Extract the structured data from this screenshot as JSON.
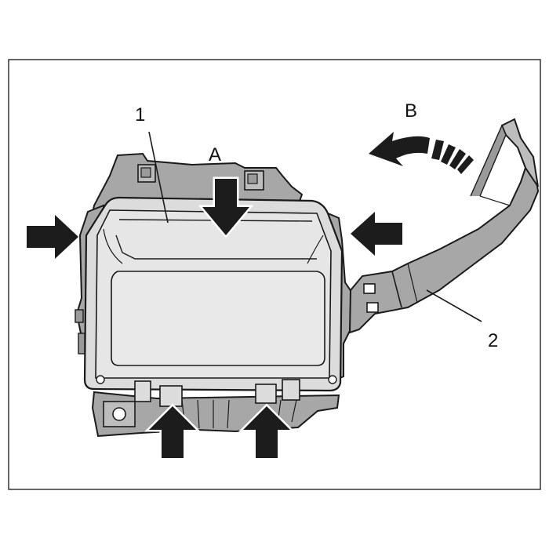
{
  "labels": {
    "part_1": "1",
    "part_2": "2",
    "arrow_a": "A",
    "arrow_b": "B"
  },
  "colors": {
    "frame": "#333333",
    "outline": "#1a1a1a",
    "bracket": "#a7a7a7",
    "bracket_dark": "#8f8f8f",
    "module_face": "#e6e6e6",
    "module_edge": "#d2d2d2",
    "arrow": "#1c1c1c"
  }
}
